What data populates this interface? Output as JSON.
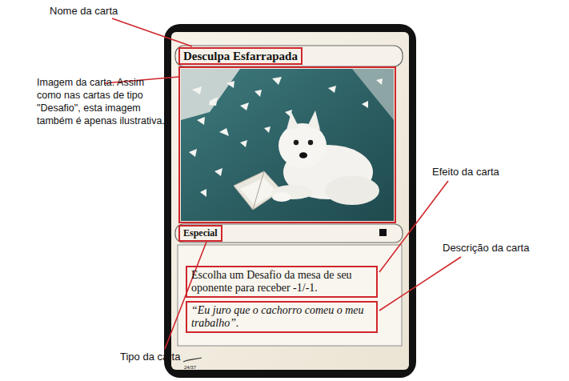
{
  "diagram": {
    "nodes": [
      {
        "text": [
          "Desculpa Esfarrapada"
        ]
      },
      {
        "text": [
          "Especial"
        ]
      },
      {
        "text": [
          "Escolha um Desafio da mesa de seu oponente para receber -1/-1."
        ]
      },
      {
        "text": [
          "“Eu juro que o cachorro comeu o meu trabalho”."
        ]
      }
    ],
    "labels": [
      "Nome da carta",
      "Imagem da carta. Assim como nas cartas de tipo \"Desafio\", esta imagem também é apenas ilustrativa.",
      "Efeito da carta",
      "Descrição da carta",
      "Tipo da carta",
      "24/37"
    ]
  }
}
